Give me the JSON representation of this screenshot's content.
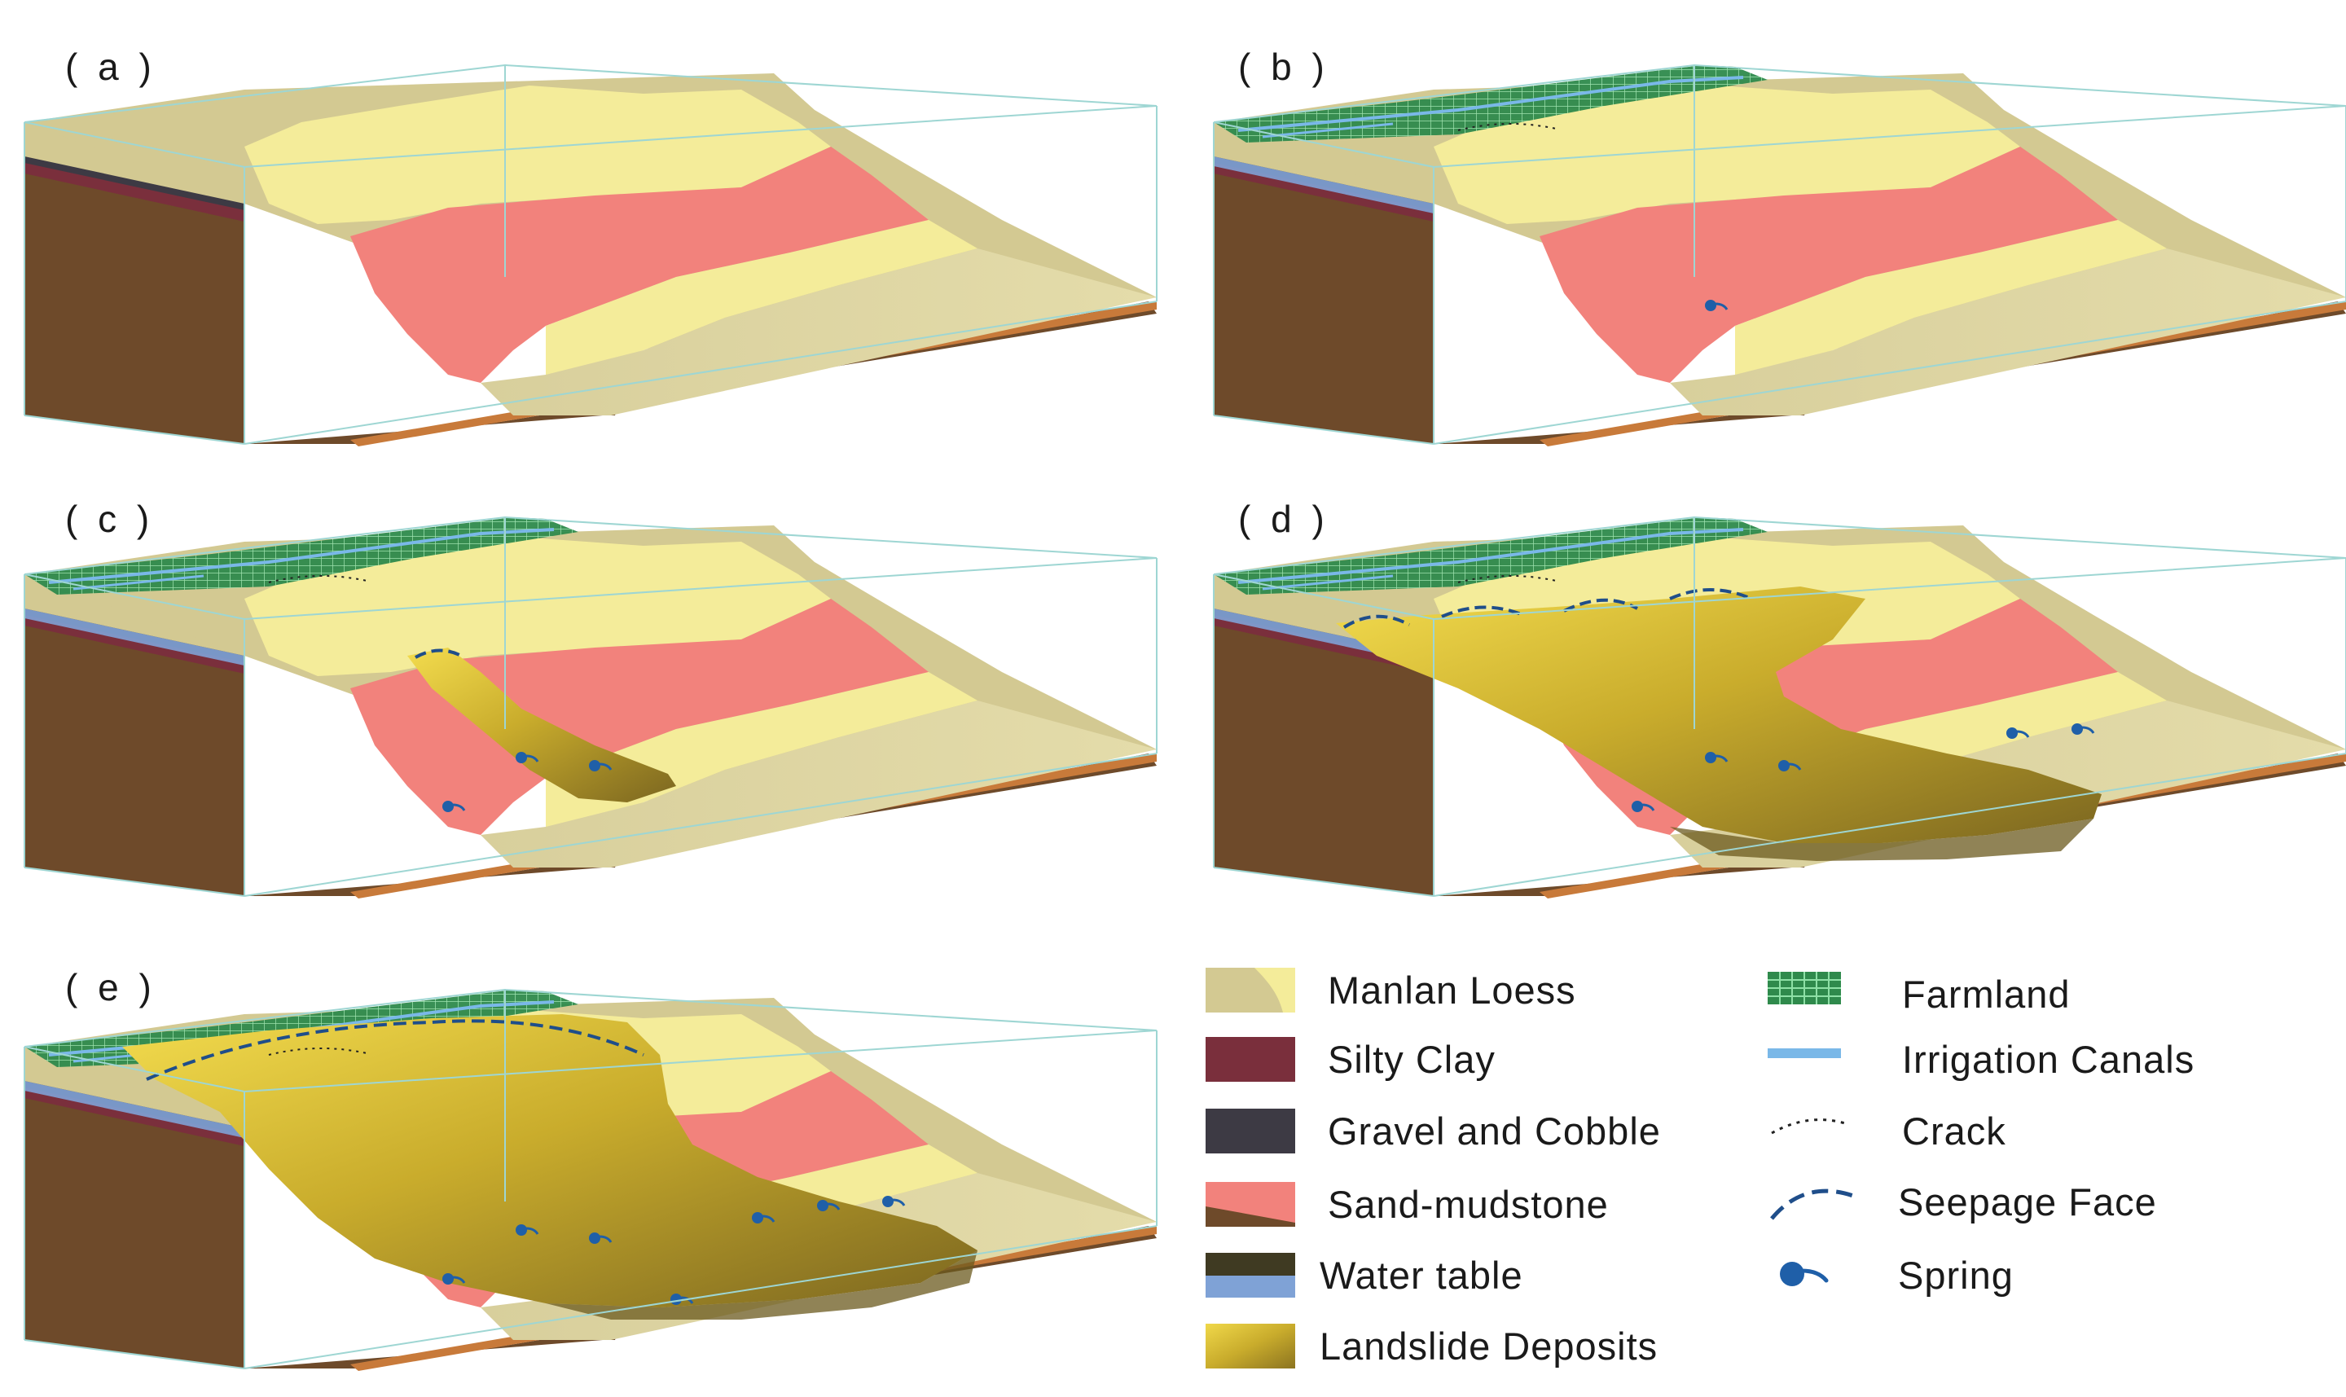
{
  "panels": [
    {
      "id": "a",
      "label": "( a )",
      "farmland": false,
      "springs": 0,
      "slide": 0
    },
    {
      "id": "b",
      "label": "( b )",
      "farmland": true,
      "springs": 1,
      "slide": 0
    },
    {
      "id": "c",
      "label": "( c )",
      "farmland": true,
      "springs": 3,
      "slide": 1
    },
    {
      "id": "d",
      "label": "( d )",
      "farmland": true,
      "springs": 5,
      "slide": 2
    },
    {
      "id": "e",
      "label": "( e )",
      "farmland": true,
      "springs": 7,
      "slide": 3
    }
  ],
  "legend": {
    "manlan_loess": "Manlan Loess",
    "silty_clay": "Silty Clay",
    "gravel_cobble": "Gravel and Cobble",
    "sand_mudstone": "Sand-mudstone",
    "water_table": "Water table",
    "landslide_deposits": "Landslide Deposits",
    "farmland": "Farmland",
    "irrigation_canals": "Irrigation Canals",
    "crack": "Crack",
    "seepage_face": "Seepage Face",
    "spring": "Spring"
  },
  "colors": {
    "loess": "#d3c992",
    "loess_light": "#f4ec9a",
    "silty_clay": "#7a2f3c",
    "gravel": "#3d3a44",
    "sand_mudstone": "#f2827c",
    "water": "#7fa2d6",
    "deposit": "#c9ac2c",
    "deposit_dark": "#6b5a1e",
    "farmland": "#2f8a4c",
    "canal": "#7ab8e8",
    "spring": "#1f5fa8",
    "base_brown": "#6e4a2a",
    "frame": "#9ed6d3"
  }
}
